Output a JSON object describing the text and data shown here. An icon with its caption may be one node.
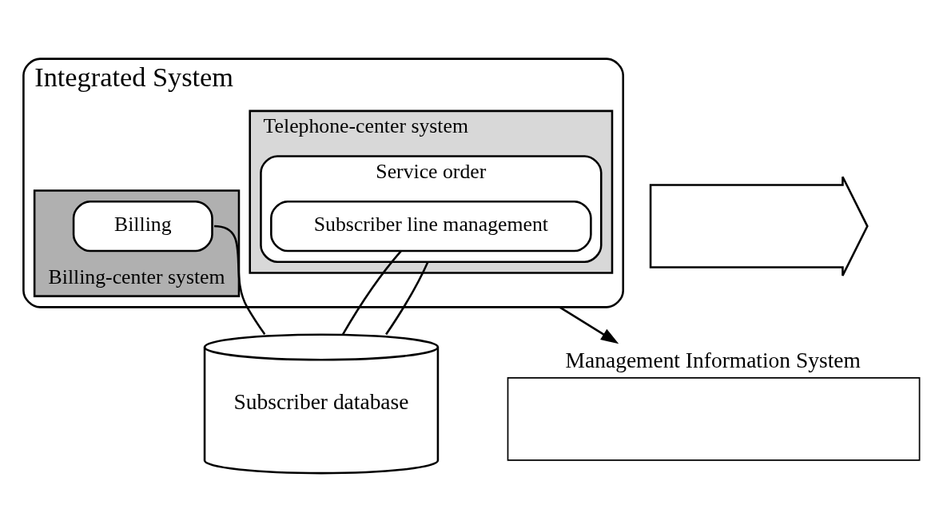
{
  "diagram": {
    "nodes": [
      {
        "text": [
          "Integrated System"
        ]
      },
      {
        "text": [
          "Telephone-center system"
        ],
        "in": 0
      },
      {
        "text": [
          "Service order"
        ],
        "in": 1
      },
      {
        "text": [
          "Subscriber line management"
        ],
        "in": 2
      },
      {
        "text": [
          "Billing-center system"
        ],
        "in": 0
      },
      {
        "text": [
          "Billing"
        ],
        "in": 4
      },
      {
        "text": [
          "Subscriber database"
        ]
      },
      {
        "text": [
          "Management Information System"
        ]
      },
      {
        "text": [],
        "shape": "arrow"
      }
    ],
    "edges": [
      {
        "from": 3,
        "to": 6,
        "arrow": "none"
      },
      {
        "from": 2,
        "to": 6,
        "arrow": "none"
      },
      {
        "from": 5,
        "to": 6,
        "arrow": "none"
      },
      {
        "from": 0,
        "to": 7,
        "arrow": "to"
      }
    ]
  }
}
